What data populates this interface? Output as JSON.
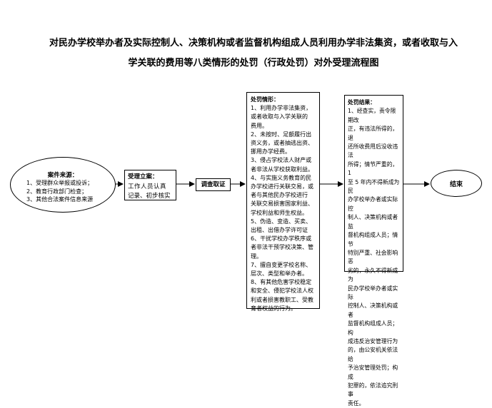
{
  "title": {
    "line1": "对民办学校举办者及实际控制人、决策机构或者监督机构组成人员利用办学非法集资，或者收取与入",
    "line2": "学关联的费用等八类情形的处罚（行政处罚）对外受理流程图"
  },
  "source": {
    "heading": "案件来源：",
    "items": [
      "1、受理群众举报或投诉；",
      "2、教育行政部门检查；",
      "3、其他合法案件信息来源"
    ]
  },
  "acceptance": {
    "heading": "受理立案：",
    "lines": [
      "工作人员认真",
      "记录、初步核实"
    ]
  },
  "investigation": {
    "label": "调查取证"
  },
  "circumstances": {
    "heading": "处罚情形：",
    "lines": [
      "1、利用办学非法集资，",
      "或者收取与入学关联的",
      "费用。",
      "2、未按时、足额履行出",
      "资义务，或者抽逃出资、",
      "挪用办学经费。",
      "3、侵占学校法人财产或",
      "者非法从学校获取利益。",
      "4、与实施义务教育的民",
      "办学校进行关联交易，或",
      "者与其他民办学校进行",
      "关联交易损害国家利益、",
      "学校利益和师生权益。",
      "5、伪造、变造、买卖、",
      "出租、出借办学许可证",
      "6、干扰学校办学秩序或",
      "者非法干预学校决策、管",
      "理。",
      "7、擅自变更学校名称、",
      "层次、类型和举办者。",
      "8、有其他危害学校稳定",
      "和安全、侵犯学校法人权",
      "利或者损害教职工、受教",
      "育者权益的行为。"
    ]
  },
  "result": {
    "heading": "处罚结果：",
    "lines": [
      "1、经查实，责令限期改",
      "正，有违法所得的，退",
      "还所收费用后没收违法",
      "所得；情节严重的，1",
      "至 5 年内不得新成为民",
      "办学校举办者或实际控",
      "制人、决策机构或者监",
      "督机构组成人员；情节",
      "特别严重、社会影响恶",
      "劣的，永久不得新成为",
      "民办学校举办者或实际",
      "控制人、决策机构或者",
      "监督机构组成人员；构",
      "成违反治安管理行为",
      "的，由公安机关依法给",
      "予治安管理处罚；构成",
      "犯罪的，依法追究刑事",
      "责任。"
    ]
  },
  "end": {
    "label": "结束"
  }
}
